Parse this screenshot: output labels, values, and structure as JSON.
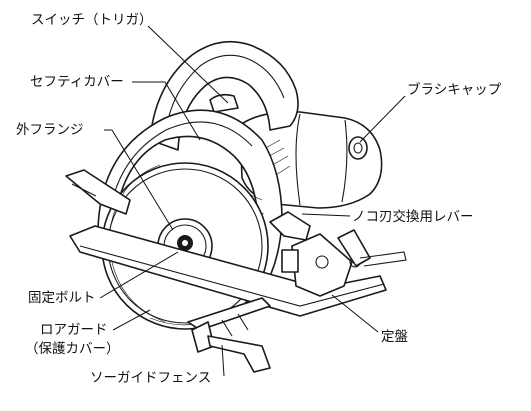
{
  "labels": {
    "switch": "スイッチ（トリガ）",
    "safety_cover": "セフティカバー",
    "outer_flange": "外フランジ",
    "brush_cap": "ブラシキャップ",
    "blade_lever": "ノコ刃交換用レバー",
    "fixing_bolt": "固定ボルト",
    "lower_guard": "ロアガード",
    "lower_guard_sub": "（保護カバー）",
    "base": "定盤",
    "saw_guide_fence": "ソーガイドフェンス"
  }
}
